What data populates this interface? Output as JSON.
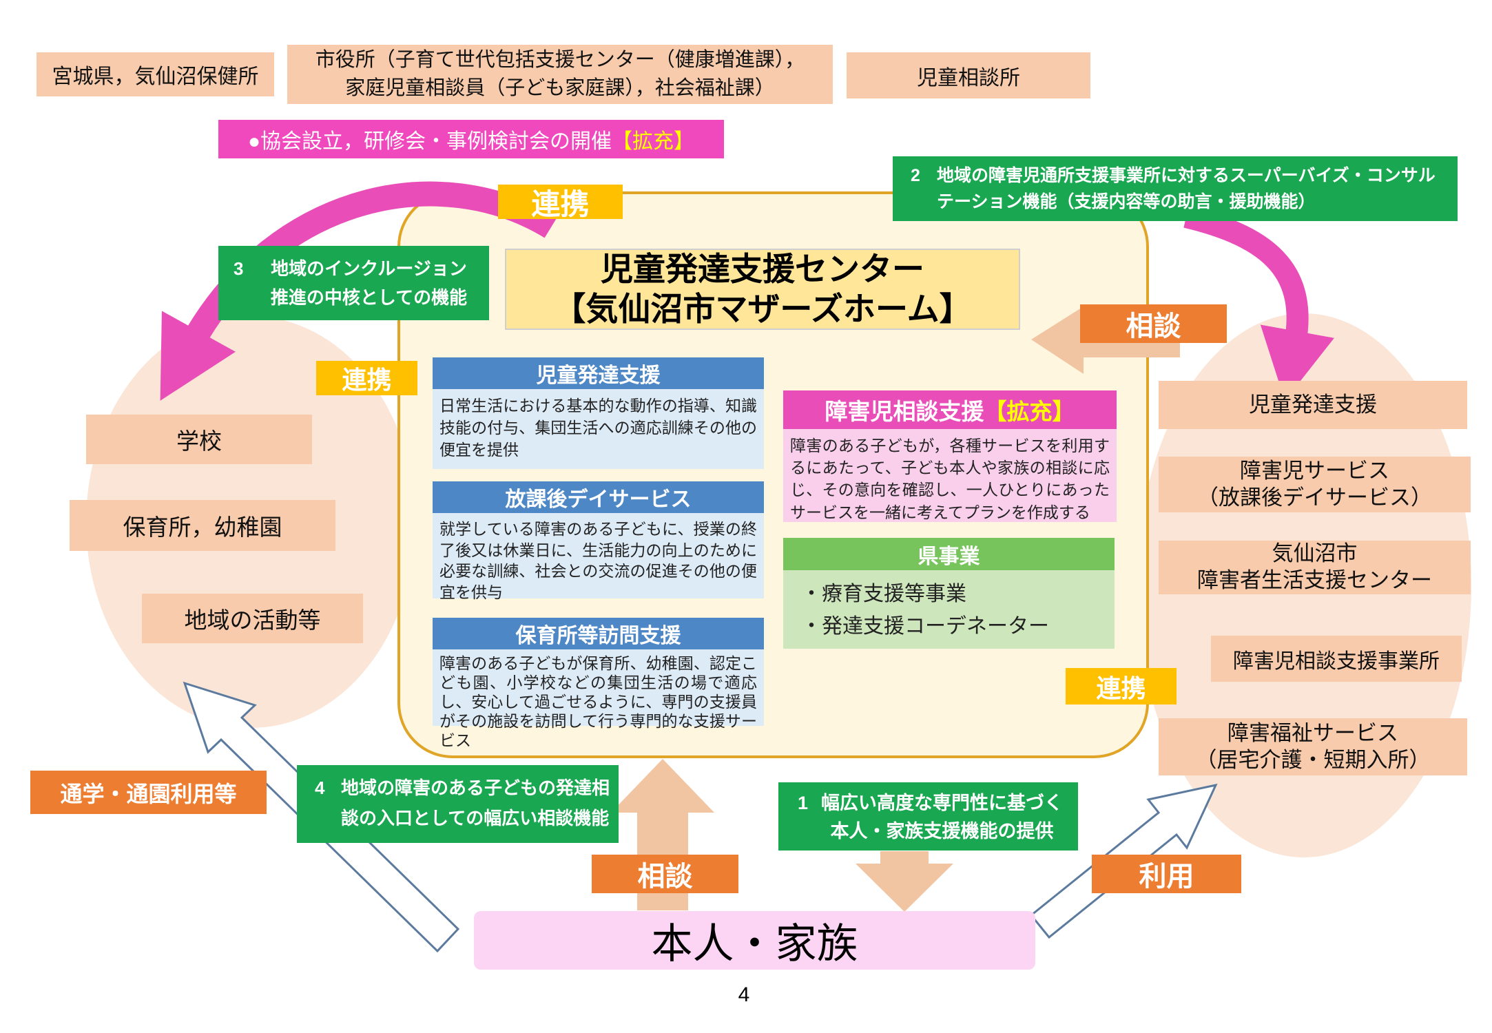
{
  "page_number": "4",
  "colors": {
    "peach_box": "#F7CBAC",
    "region_blob": "#FBE5D6",
    "gold_label": "#FFC000",
    "orange_label": "#ED7D31",
    "green_function": "#19A752",
    "blue_header": "#4E87C6",
    "magenta": "#E94DB8",
    "highlight": "#FFFF00",
    "family_box": "#FBD5F3",
    "center_fill": "#FFF6E0",
    "center_border": "#E0A426"
  },
  "top_row": {
    "left": "宮城県，気仙沼保健所",
    "center": "市役所（子育て世代包括支援センター（健康増進課），\n家庭児童相談員（子ども家庭課），社会福祉課）",
    "right": "児童相談所"
  },
  "announce": {
    "text": "●協会設立，研修会・事例検討会の開催",
    "highlight": "【拡充】"
  },
  "labels": {
    "renkei_top": "連携",
    "renkei_left": "連携",
    "renkei_bottom_right": "連携",
    "sodan_right": "相談",
    "sodan_bottom": "相談",
    "riyo": "利用",
    "tsugaku": "通学・通園利用等"
  },
  "center": {
    "title": "児童発達支援センター\n【気仙沼市マザーズホーム】",
    "services": [
      {
        "header": "児童発達支援",
        "body": "日常生活における基本的な動作の指導、知識技能の付与、集団生活への適応訓練その他の便宜を提供"
      },
      {
        "header": "放課後デイサービス",
        "body": "就学している障害のある子どもに、授業の終了後又は休業日に、生活能力の向上のために必要な訓練、社会との交流の促進その他の便宜を供与"
      },
      {
        "header": "保育所等訪問支援",
        "body": "障害のある子どもが保育所、幼稚園、認定こども園、小学校などの集団生活の場で適応し、安心して過ごせるように、専門の支援員がその施設を訪問して行う専門的な支援サービス"
      }
    ],
    "consult": {
      "header": "障害児相談支援",
      "highlight": "【拡充】",
      "body": "障害のある子どもが，各種サービスを利用するにあたって、子ども本人や家族の相談に応じ、その意向を確認し、一人ひとりにあったサービスを一緒に考えてプランを作成する"
    },
    "pref": {
      "header": "県事業",
      "items": [
        "・療育支援等事業",
        "・発達支援コーデネーター"
      ]
    }
  },
  "functions": {
    "f1": {
      "num": "1",
      "text": "幅広い高度な専門性に基づく\n本人・家族支援機能の提供"
    },
    "f2": {
      "num": "2",
      "text": "地域の障害児通所支援事業所に対するスーパーバイズ・コンサル\nテーション機能（支援内容等の助言・援助機能）"
    },
    "f3": {
      "num": "3",
      "text": "地域のインクルージョン\n推進の中核としての機能"
    },
    "f4": {
      "num": "4",
      "text": "地域の障害のある子どもの発達相\n談の入口としての幅広い相談機能"
    }
  },
  "left_group": [
    "学校",
    "保育所，幼稚園",
    "地域の活動等"
  ],
  "right_group": [
    "児童発達支援",
    "障害児サービス\n（放課後デイサービス）",
    "気仙沼市\n障害者生活支援センター",
    "障害児相談支援事業所",
    "障害福祉サービス\n（居宅介護・短期入所）"
  ],
  "family": "本人・家族"
}
